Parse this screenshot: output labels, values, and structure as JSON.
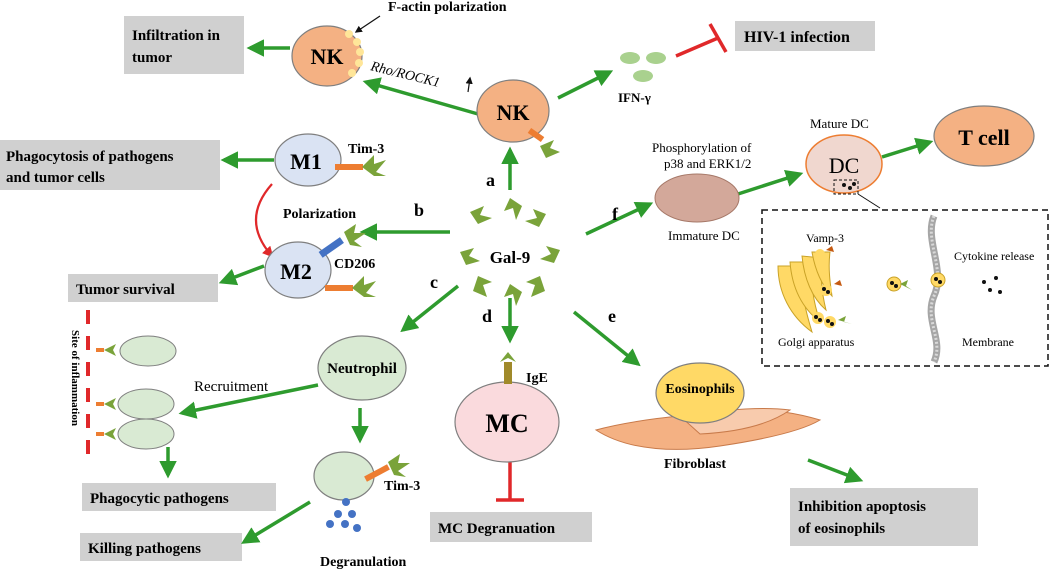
{
  "center": {
    "label": "Gal-9"
  },
  "letters": {
    "a": "a",
    "b": "b",
    "c": "c",
    "d": "d",
    "e": "e",
    "f": "f"
  },
  "nk": {
    "top_cell": "NK",
    "main_cell": "NK",
    "factin": "F-actin polarization",
    "rho": "Rho/ROCK1",
    "infiltration": [
      "Infiltration in",
      "tumor"
    ],
    "ifn": "IFN-γ",
    "hiv": "HIV-1 infection"
  },
  "macrophage": {
    "m1": "M1",
    "m2": "M2",
    "tim3": "Tim-3",
    "cd206": "CD206",
    "polarization": "Polarization",
    "phagocytosis": [
      "Phagocytosis of pathogens",
      "and tumor cells"
    ],
    "tumor_survival": "Tumor survival"
  },
  "dc": {
    "phospho": [
      "Phosphorylation of",
      "p38 and ERK1/2"
    ],
    "mature_label": "Mature DC",
    "dc": "DC",
    "t_cell": "T cell",
    "immature": "Immature DC",
    "vamp": "Vamp-3",
    "cytokine": "Cytokine release",
    "golgi": "Golgi apparatus",
    "membrane": "Membrane"
  },
  "neutrophil": {
    "cell": "Neutrophil",
    "site": "Site of inflammation",
    "recruitment": "Recruitment",
    "phagocytic": "Phagocytic pathogens",
    "tim3": "Tim-3",
    "degranulation": "Degranulation",
    "killing": "Killing pathogens"
  },
  "mast": {
    "cell": "MC",
    "ige": "IgE",
    "degranulation": "MC Degranuation"
  },
  "eosinophil": {
    "cell": "Eosinophils",
    "fibroblast": "Fibroblast",
    "inhibition": [
      "Inhibition apoptosis",
      "of eosinophils"
    ]
  },
  "colors": {
    "arrow_green": "#2e9b2e",
    "inhibit_red": "#e0282a",
    "nk_fill": "#f4b183",
    "macro_fill": "#dae3f3",
    "neutro_fill": "#d9ead3",
    "mc_fill": "#fadadd",
    "dc_fill": "#d3a89a",
    "eos_fill": "#ffd966",
    "fibro_fill": "#f4b183",
    "box_gray": "#d0d0d0",
    "gal9_green": "#7aa33a"
  }
}
